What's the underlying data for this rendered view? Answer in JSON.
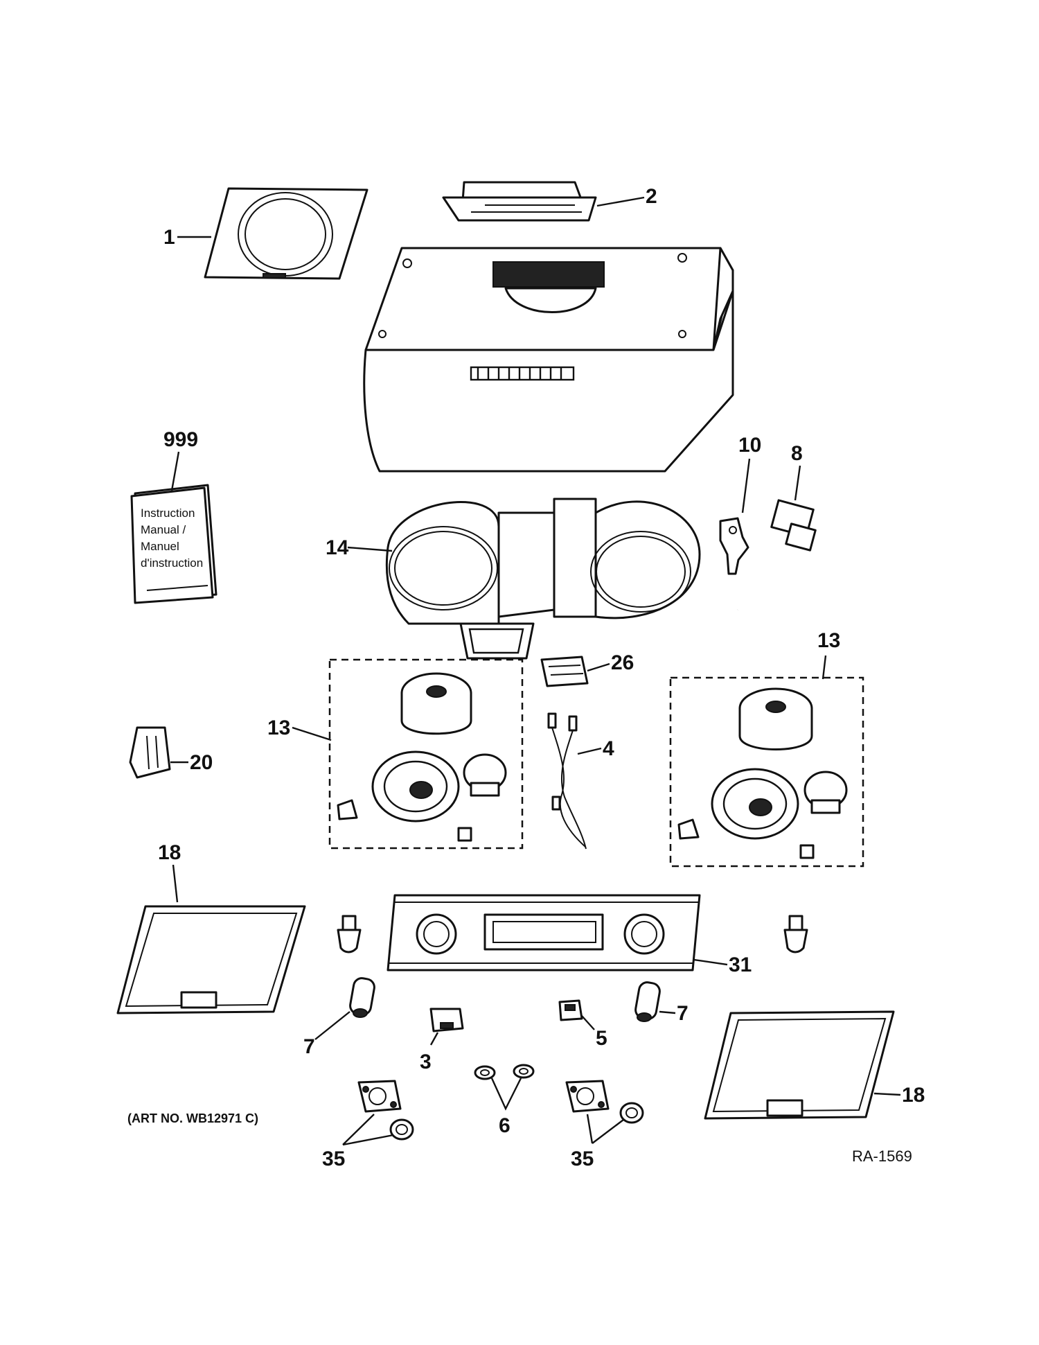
{
  "callouts": {
    "p1": "1",
    "p2": "2",
    "p999": "999",
    "p10": "10",
    "p8": "8",
    "p14": "14",
    "p13_right": "13",
    "p26": "26",
    "p13_left": "13",
    "p4": "4",
    "p20": "20",
    "p18_left": "18",
    "p31": "31",
    "p7_left": "7",
    "p7_right": "7",
    "p3": "3",
    "p5": "5",
    "p18_right": "18",
    "p6": "6",
    "p35_left": "35",
    "p35_right": "35"
  },
  "manual_text": {
    "line1": "Instruction",
    "line2": "Manual /",
    "line3": "Manuel",
    "line4": "d'instruction"
  },
  "art_number": "(ART NO. WB12971 C)",
  "drawing_ref": "RA-1569"
}
